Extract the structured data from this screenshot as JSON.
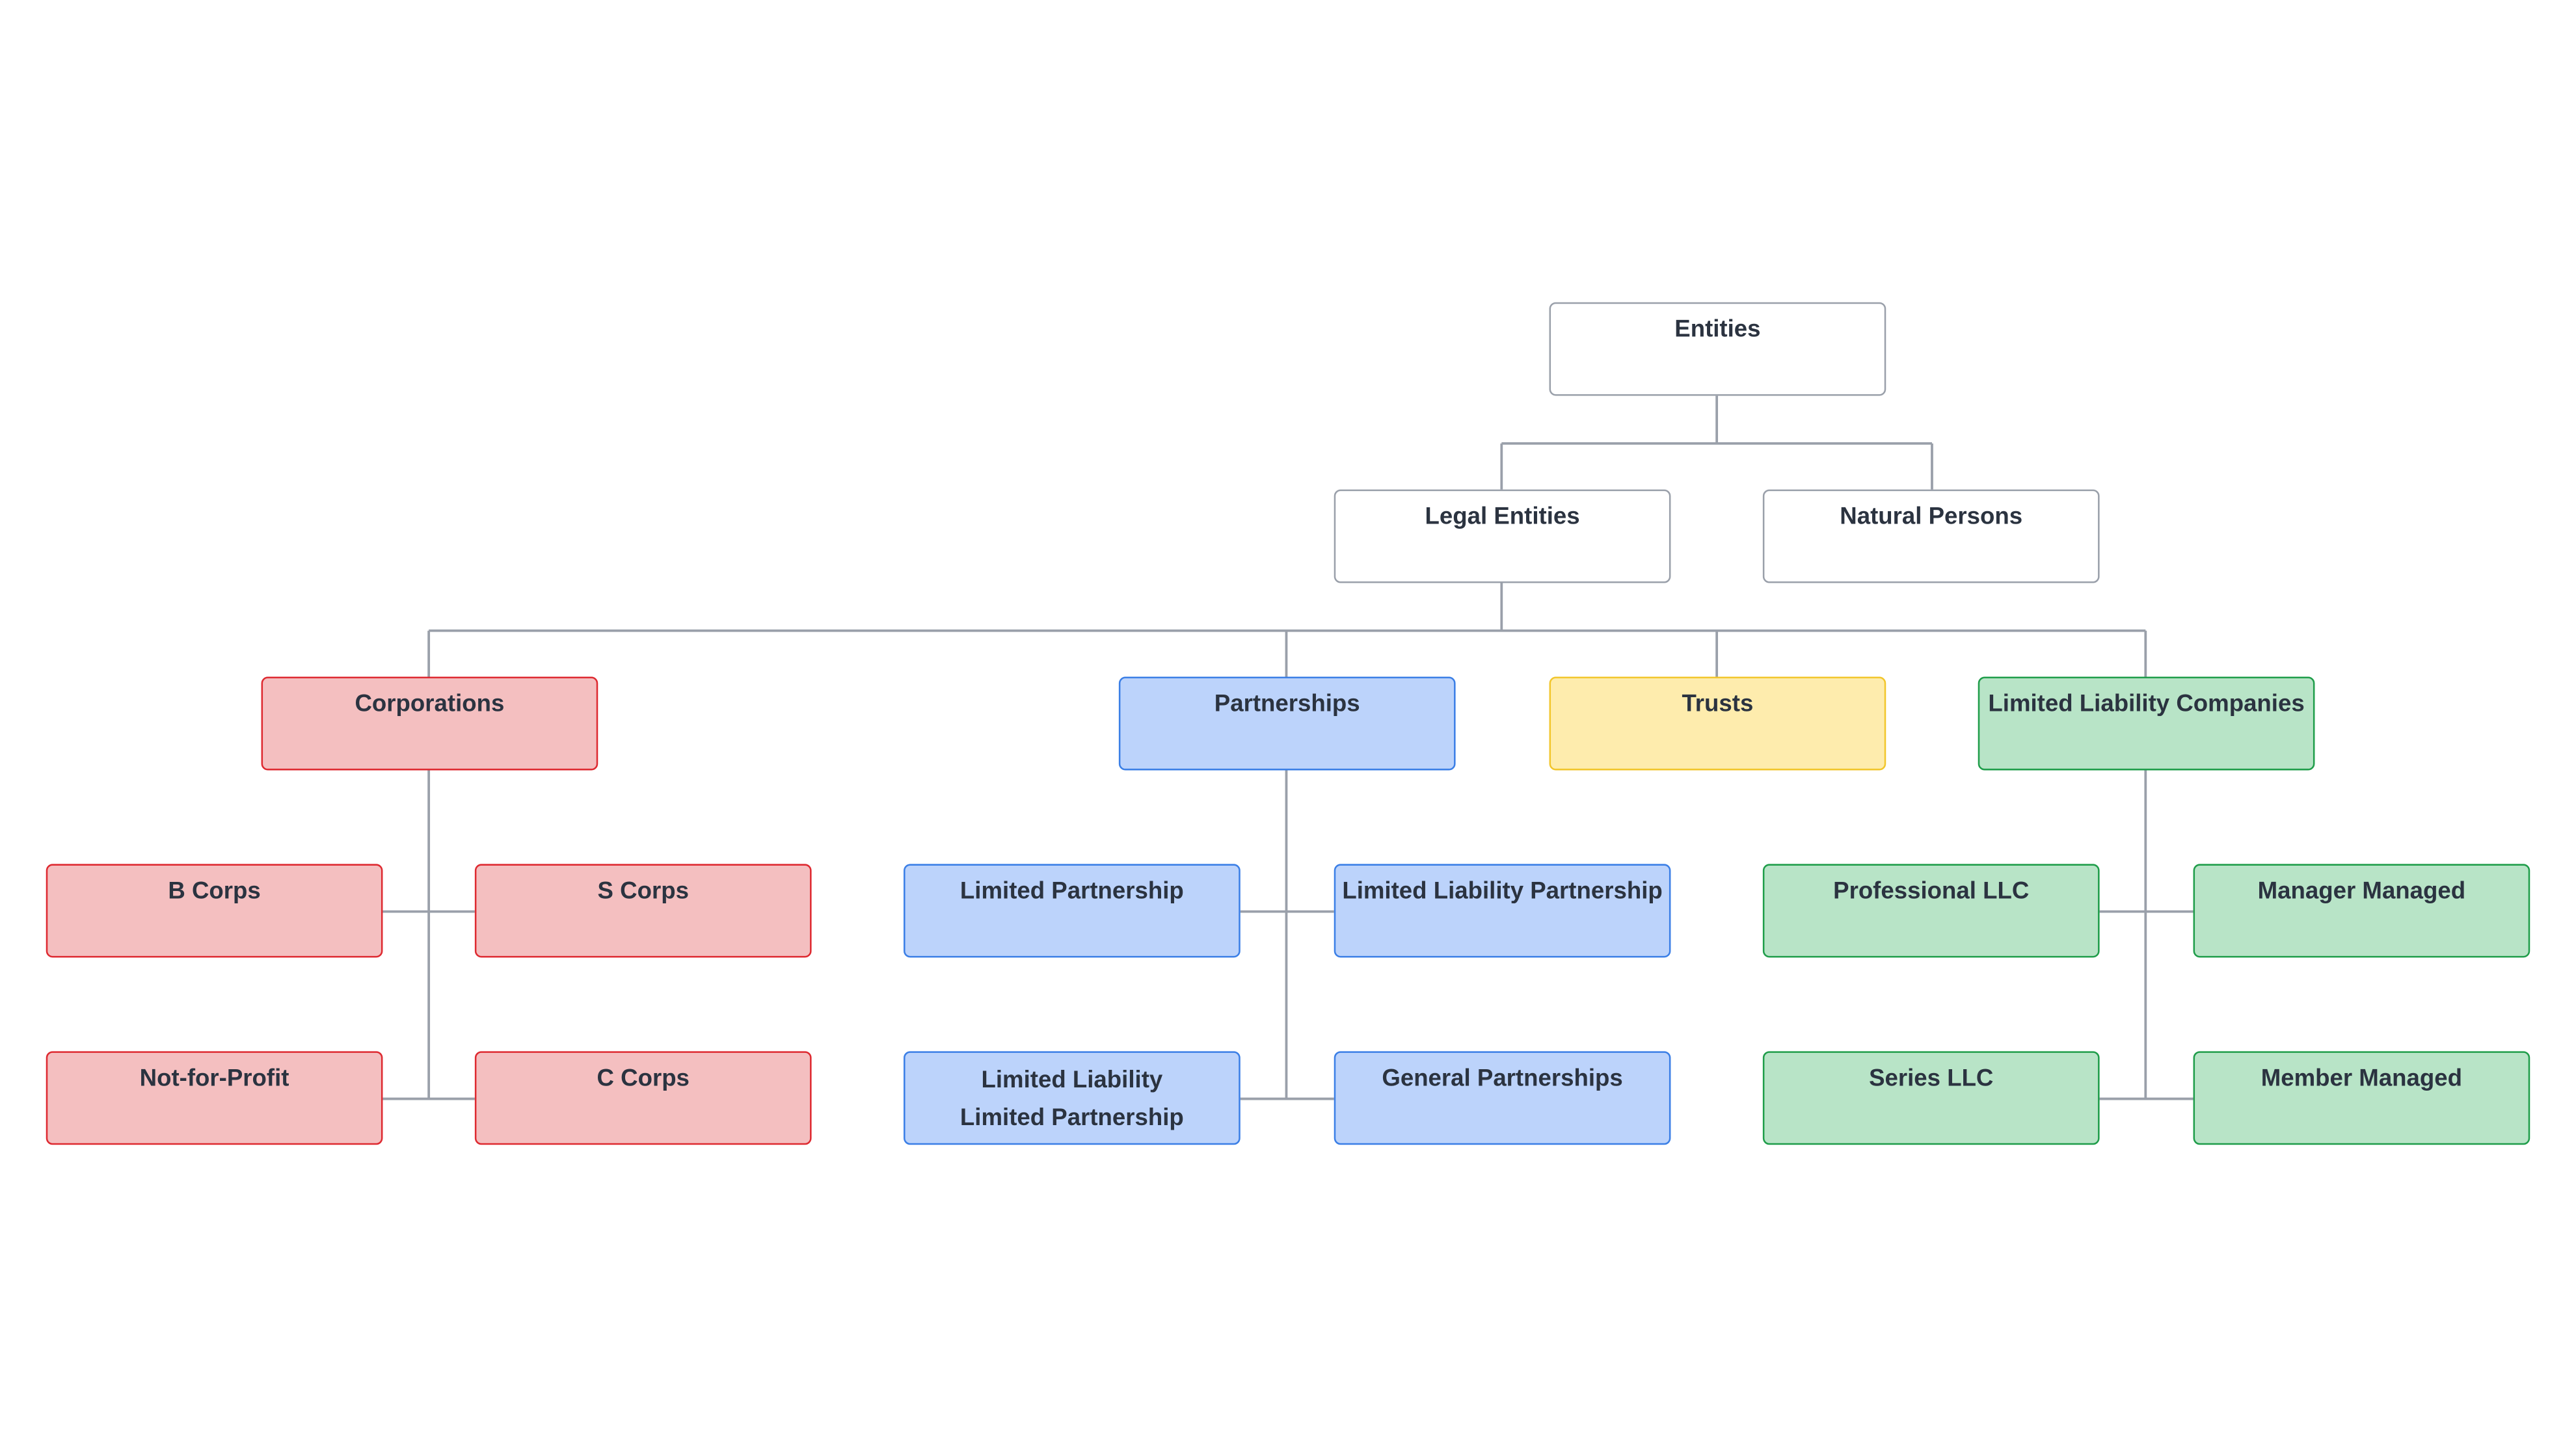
{
  "diagram": {
    "root": "Entities",
    "level1": {
      "legal_entities": "Legal Entities",
      "natural_persons": "Natural Persons"
    },
    "categories": {
      "corporations": "Corporations",
      "partnerships": "Partnerships",
      "trusts": "Trusts",
      "llcs": "Limited Liability Companies"
    },
    "corporations": {
      "b_corps": "B Corps",
      "s_corps": "S Corps",
      "not_for_profit": "Not-for-Profit",
      "c_corps": "C Corps"
    },
    "partnerships": {
      "limited_partnership": "Limited Partnership",
      "limited_liability_partnership": "Limited Liability Partnership",
      "lllp_line1": "Limited Liability",
      "lllp_line2": "Limited Partnership",
      "general_partnerships": "General Partnerships"
    },
    "llcs": {
      "professional_llc": "Professional LLC",
      "manager_managed": "Manager Managed",
      "series_llc": "Series LLC",
      "member_managed": "Member Managed"
    },
    "colors": {
      "corporations_fill": "#f4bfc0",
      "corporations_border": "#de2a31",
      "partnerships_fill": "#bcd3fb",
      "partnerships_border": "#3b7fe6",
      "trusts_fill": "#feecad",
      "trusts_border": "#f2c62c",
      "llcs_fill": "#b8e4c7",
      "llcs_border": "#1f9d4a",
      "neutral_border": "#9aa0aa",
      "connector": "#9aa0aa"
    }
  }
}
